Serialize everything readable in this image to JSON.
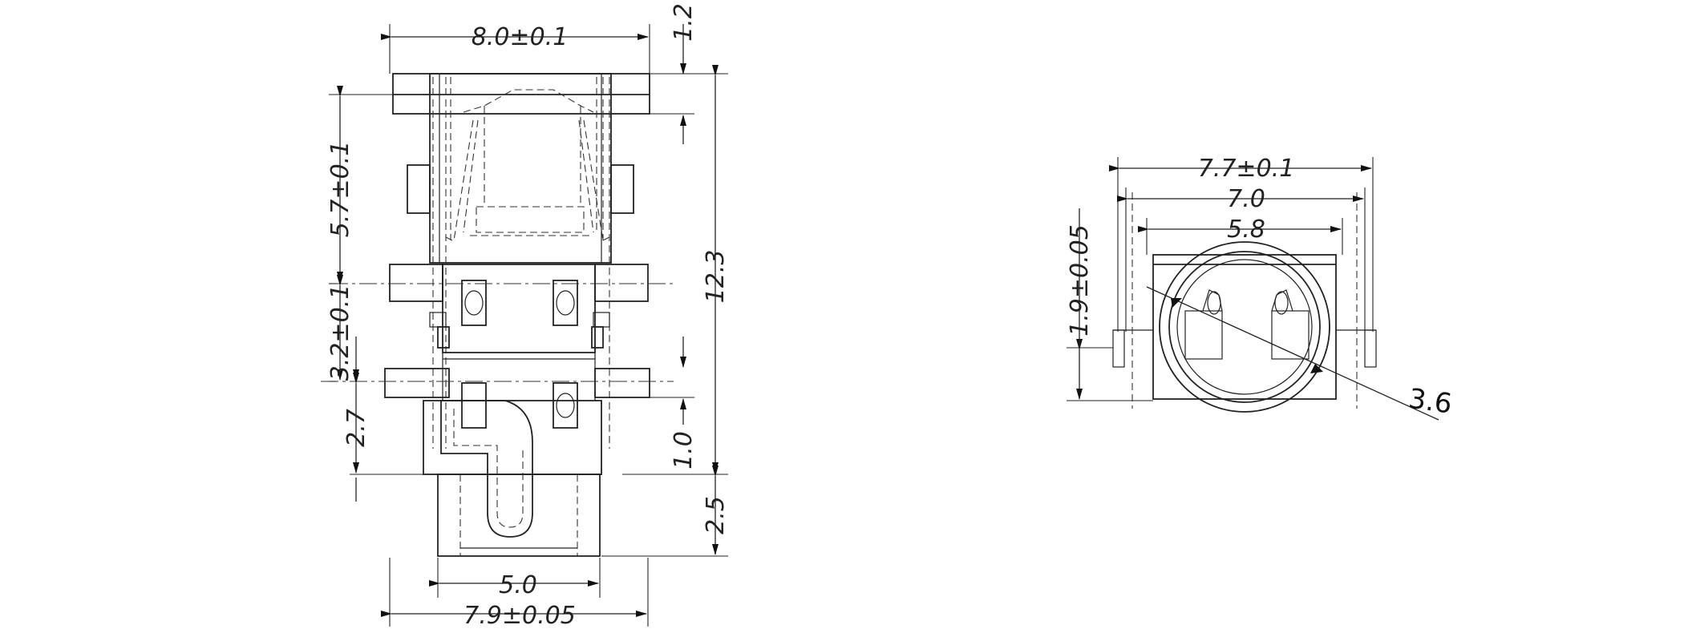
{
  "front_view": {
    "width_top": "8.0±0.1",
    "width_bottom": "7.9±0.05",
    "width_inner": "5.0",
    "height_total": "12.3",
    "tab_height": "1.2",
    "upper_section": "5.7±0.1",
    "middle_section": "3.2±0.1",
    "lower_section": "2.7",
    "bottom_extension": "2.5",
    "pin_offset": "1.0"
  },
  "side_view": {
    "outer_width": "7.7±0.1",
    "body_width": "7.0",
    "opening_width": "5.8",
    "height_offset": "1.9±0.05",
    "diameter": "3.6"
  },
  "colors": {
    "line": "#222222",
    "background": "#ffffff"
  }
}
